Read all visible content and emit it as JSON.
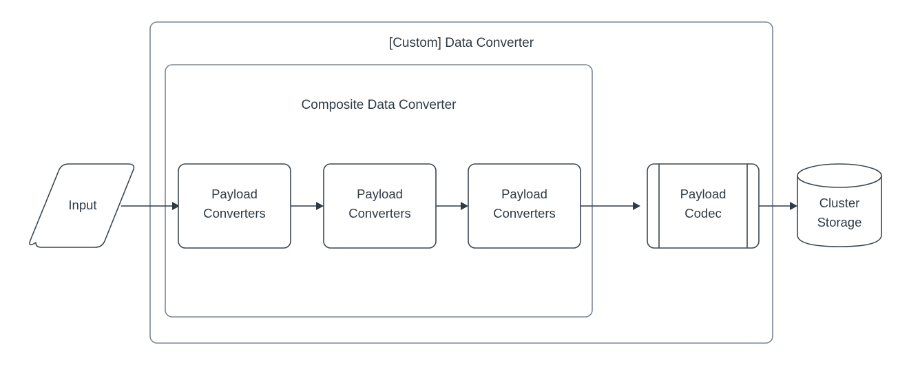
{
  "diagram": {
    "title": "[Custom] Data Converter",
    "background_color": "#ffffff",
    "line_color": "#2e3a44",
    "container_border_color": "#7b8594",
    "shape_border_color": "#3b4651",
    "text_color": "#2e3a44",
    "containers": [
      {
        "id": "custom-data-converter",
        "label": "[Custom] Data Converter"
      },
      {
        "id": "composite-data-converter",
        "label": "Composite Data Converter"
      }
    ],
    "nodes": [
      {
        "id": "input",
        "label": "Input",
        "shape": "parallelogram"
      },
      {
        "id": "payload-converters-1",
        "label_line1": "Payload",
        "label_line2": "Converters",
        "shape": "rounded-rect"
      },
      {
        "id": "payload-converters-2",
        "label_line1": "Payload",
        "label_line2": "Converters",
        "shape": "rounded-rect"
      },
      {
        "id": "payload-converters-3",
        "label_line1": "Payload",
        "label_line2": "Converters",
        "shape": "rounded-rect"
      },
      {
        "id": "payload-codec",
        "label_line1": "Payload",
        "label_line2": "Codec",
        "shape": "subroutine"
      },
      {
        "id": "cluster-storage",
        "label_line1": "Cluster",
        "label_line2": "Storage",
        "shape": "cylinder"
      }
    ],
    "edges": [
      {
        "from": "input",
        "to": "payload-converters-1"
      },
      {
        "from": "payload-converters-1",
        "to": "payload-converters-2"
      },
      {
        "from": "payload-converters-2",
        "to": "payload-converters-3"
      },
      {
        "from": "payload-converters-3",
        "to": "payload-codec"
      },
      {
        "from": "payload-codec",
        "to": "cluster-storage"
      }
    ]
  }
}
